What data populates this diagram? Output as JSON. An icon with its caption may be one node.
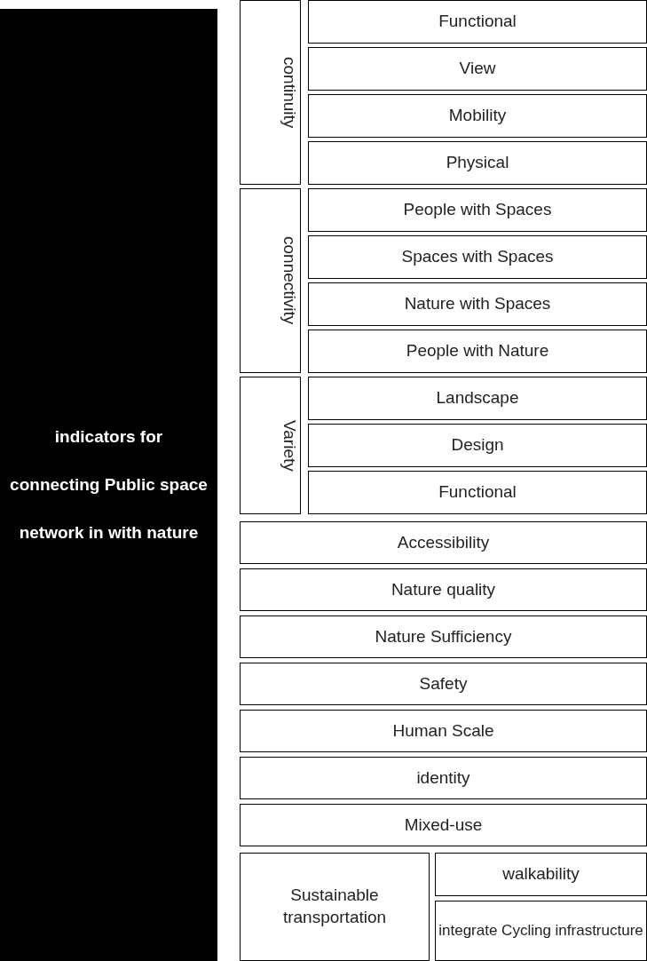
{
  "diagram": {
    "nodes": [
      {
        "text": [
          "indicators for connecting Public space network in with nature"
        ]
      },
      {
        "text": [
          "continuity"
        ]
      },
      {
        "text": [
          "Functional"
        ]
      },
      {
        "text": [
          "View"
        ]
      },
      {
        "text": [
          "Mobility"
        ]
      },
      {
        "text": [
          "Physical"
        ]
      },
      {
        "text": [
          "connectivity"
        ]
      },
      {
        "text": [
          "People with Spaces"
        ]
      },
      {
        "text": [
          "Spaces with Spaces"
        ]
      },
      {
        "text": [
          "Nature with Spaces"
        ]
      },
      {
        "text": [
          "People with Nature"
        ]
      },
      {
        "text": [
          "Variety"
        ]
      },
      {
        "text": [
          "Landscape"
        ]
      },
      {
        "text": [
          "Design"
        ]
      },
      {
        "text": [
          "Functional"
        ]
      },
      {
        "text": [
          "Accessibility"
        ]
      },
      {
        "text": [
          "Nature quality"
        ]
      },
      {
        "text": [
          "Nature Sufficiency"
        ]
      },
      {
        "text": [
          "Safety"
        ]
      },
      {
        "text": [
          "Human Scale"
        ]
      },
      {
        "text": [
          "identity"
        ]
      },
      {
        "text": [
          "Mixed-use"
        ]
      },
      {
        "text": [
          "Sustainable transportation"
        ]
      },
      {
        "text": [
          "walkability"
        ]
      },
      {
        "text": [
          "integrate Cycling infrastructure"
        ]
      }
    ]
  }
}
